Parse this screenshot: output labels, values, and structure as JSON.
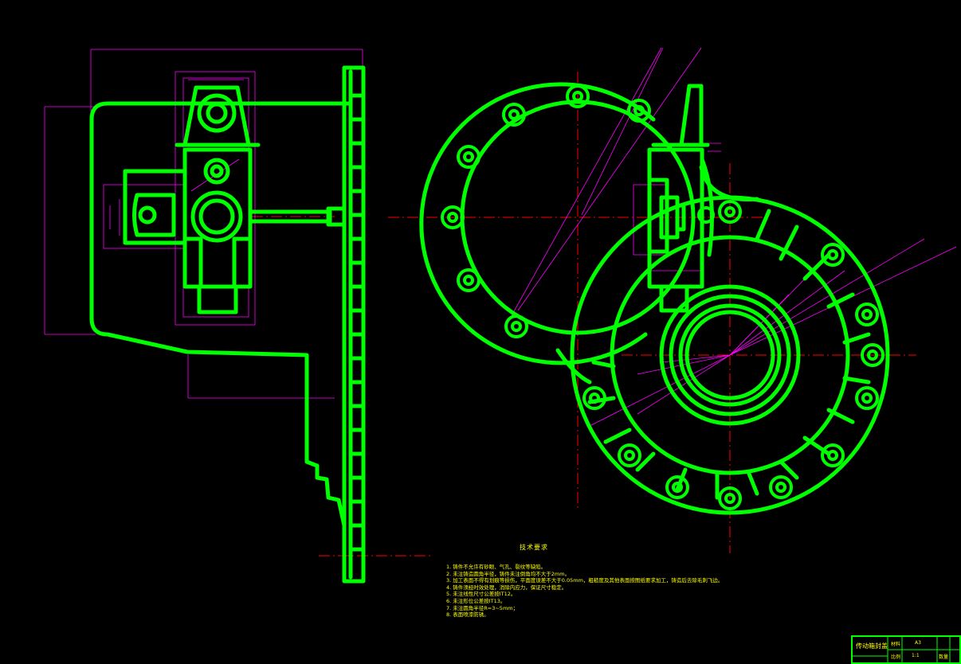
{
  "title_block": {
    "name": "传动箱封盖",
    "material_label": "材料",
    "material": "A3",
    "scale_label": "比例",
    "scale": "1:1",
    "quantity_label": "数量"
  },
  "technical_requirements": {
    "title": "技术要求",
    "items": [
      "1. 铸件不允许有砂眼、气孔、裂纹等缺陷。",
      "2. 未注铸造圆角半径，铸件未注倒角均不大于2mm。",
      "3. 加工表面不得有划痕等损伤，平面度误差不大于0.05mm，粗糙度及其他表面按图纸要求加工，铸造后去除毛刺飞边。",
      "4. 铸件须经时效处理，消除内应力，保证尺寸稳定。",
      "5. 未注线性尺寸公差按IT12。",
      "6. 未注形位公差按IT13。",
      "7. 未注圆角半径R=3~5mm；",
      "8. 表面喷漆防锈。"
    ]
  },
  "colors": {
    "outline": "#00ff00",
    "dimension": "#ff00ff",
    "center_line": "#ff0000",
    "text": "#ffff00",
    "background": "#000000"
  }
}
